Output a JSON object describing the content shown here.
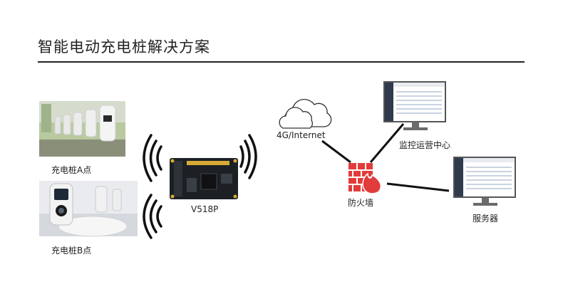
{
  "header": {
    "title": "智能电动充电桩解决方案"
  },
  "nodes": {
    "charger_a": {
      "label": "充电桩A点"
    },
    "charger_b": {
      "label": "充电桩B点"
    },
    "board": {
      "label": "V518P"
    },
    "cloud": {
      "label": "4G/Internet"
    },
    "firewall": {
      "label": "防火墙"
    },
    "monitor_center": {
      "label": "监控运营中心"
    },
    "server": {
      "label": "服务器"
    }
  },
  "colors": {
    "firewall": "#e23b3b",
    "screen_header": "#2f3a4d",
    "stand": "#6b6b6b",
    "link": "#111111"
  },
  "icons": [
    "charger-photo",
    "wifi-waves-icon",
    "pcb-board-icon",
    "cloud-icon",
    "firewall-icon",
    "monitor-icon"
  ]
}
